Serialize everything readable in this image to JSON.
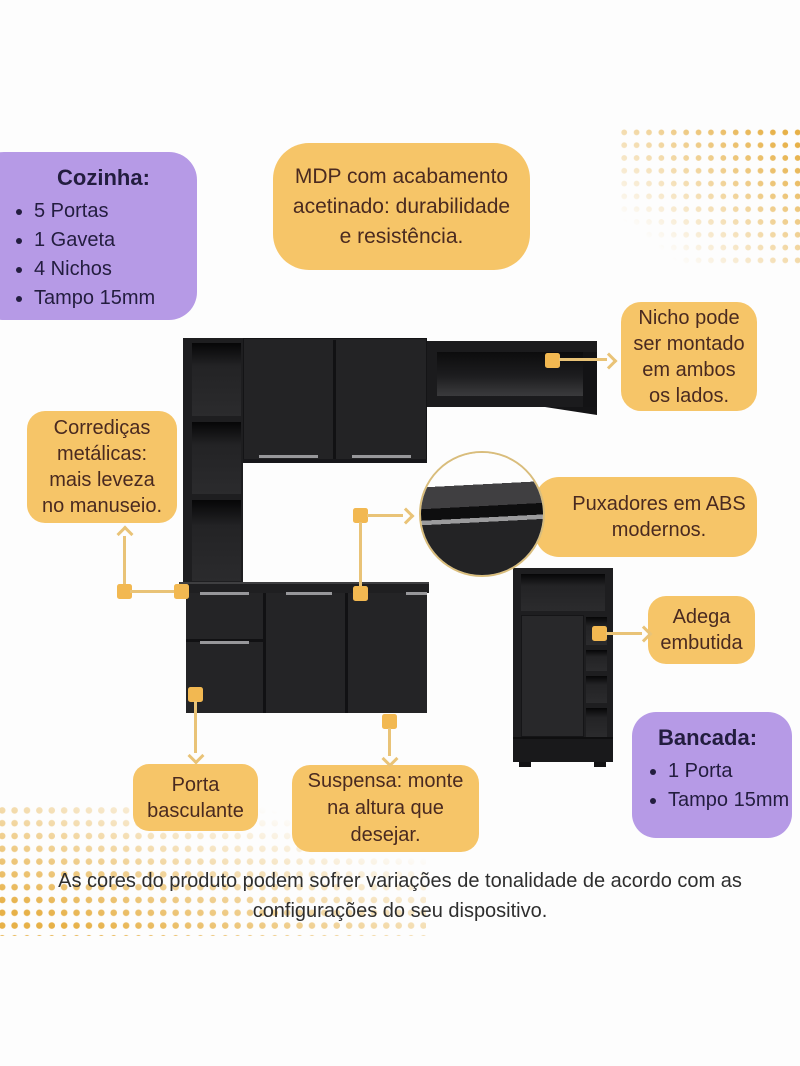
{
  "colors": {
    "purple": "#b69ae6",
    "yellow": "#f6c568",
    "marker": "#f2b851",
    "line": "#e9c377",
    "dot": "#e7b148",
    "cabinet": "#232325"
  },
  "callouts": {
    "cozinha": {
      "title": "Cozinha:",
      "items": [
        "5 Portas",
        "1 Gaveta",
        "4 Nichos",
        "Tampo 15mm"
      ]
    },
    "mdp": {
      "text": "MDP com acabamento\nacetinado: durabilidade\ne resistência."
    },
    "nicho": {
      "text": "Nicho pode\nser montado\nem ambos\nos lados."
    },
    "corredicas": {
      "text": "Corrediças\nmetálicas:\nmais leveza\nno manuseio."
    },
    "puxadores": {
      "text": "Puxadores em ABS\nmodernos."
    },
    "adega": {
      "text": "Adega\nembutida"
    },
    "porta_basculante": {
      "text": "Porta\nbasculante"
    },
    "suspensa": {
      "text": "Suspensa: monte\nna altura que\ndesejar."
    },
    "bancada": {
      "title": "Bancada:",
      "items": [
        "1 Porta",
        "Tampo 15mm"
      ]
    }
  },
  "disclaimer": "As cores do produto podem sofrer variações de tonalidade de acordo com as\nconfigurações do seu dispositivo."
}
